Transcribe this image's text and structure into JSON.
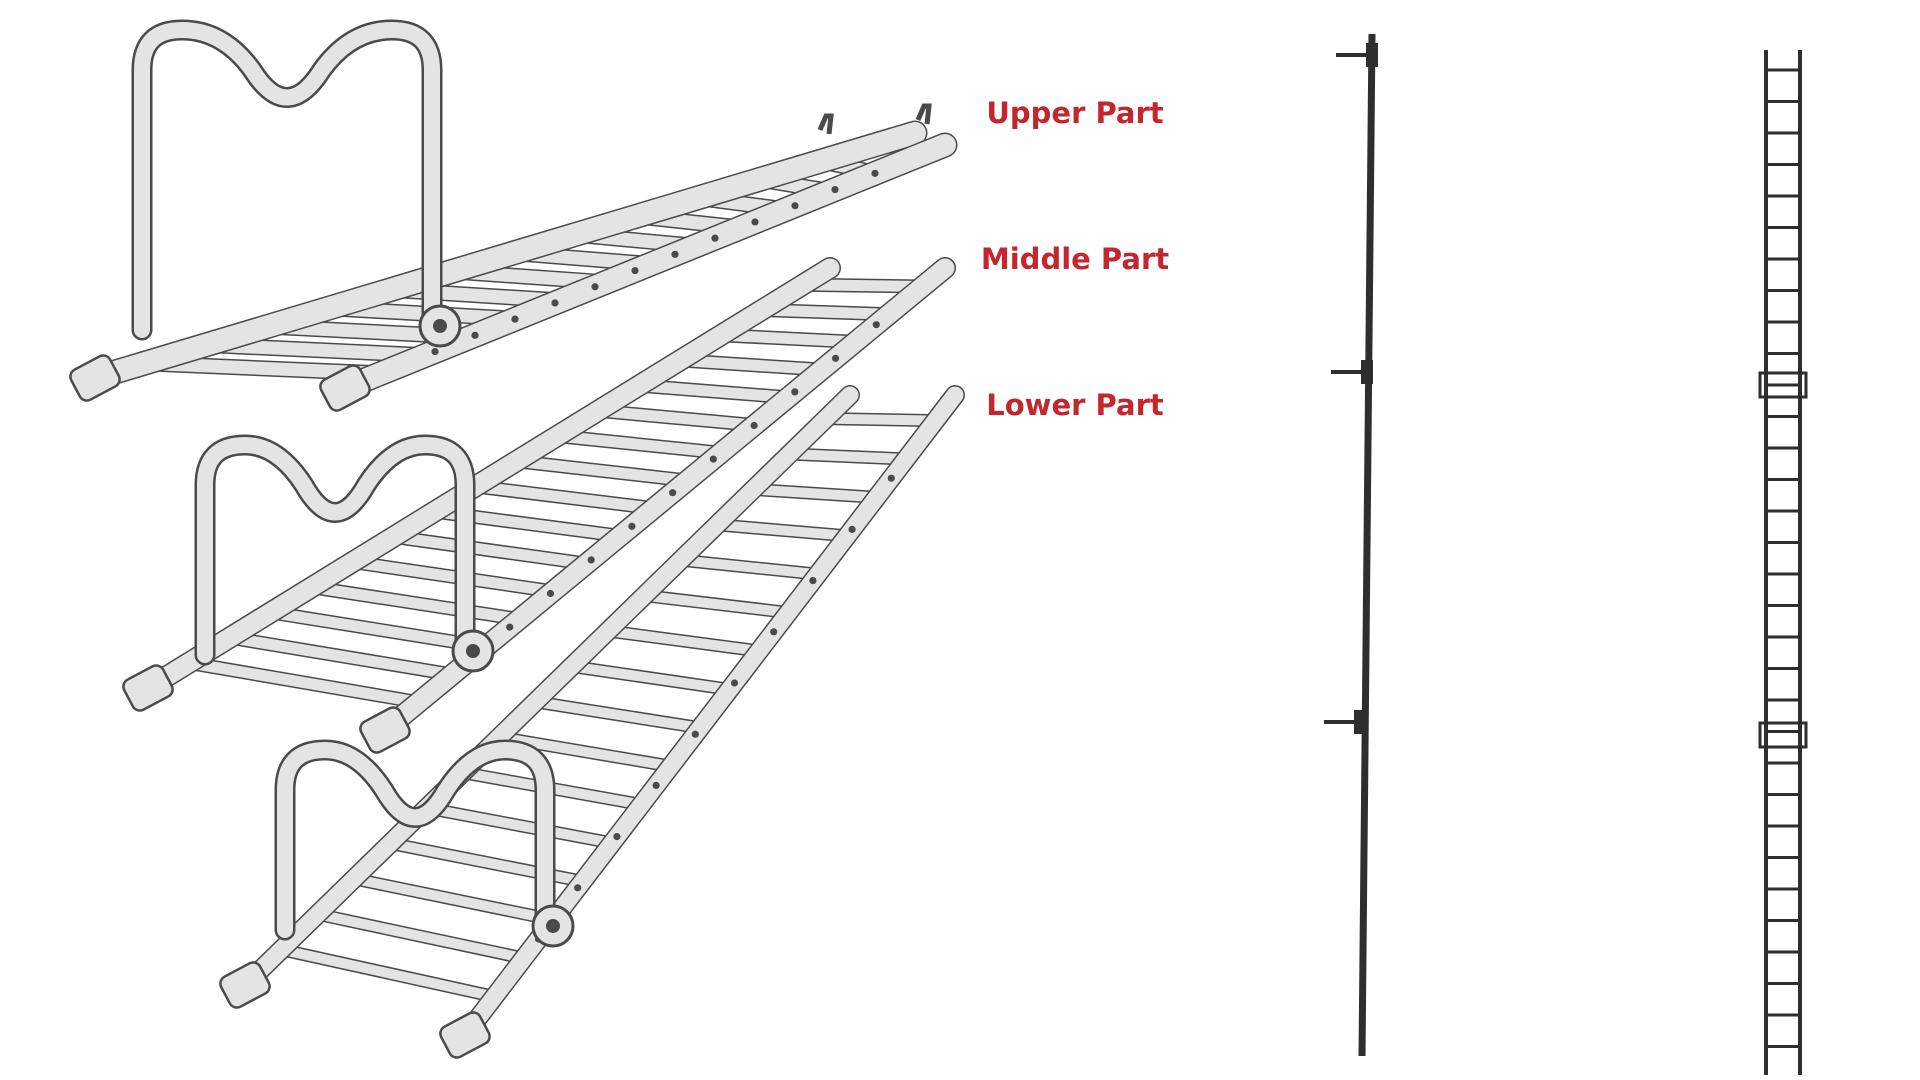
{
  "labels": {
    "upper": "Upper Part",
    "middle": "Middle Part",
    "lower": "Lower Part"
  },
  "colors": {
    "label": "#c4262e",
    "metal_fill": "#e4e4e4",
    "metal_stroke": "#4a4a4a",
    "metal_shadow": "#b8b8b8",
    "profile": "#2e2e2e",
    "background": "#ffffff"
  }
}
